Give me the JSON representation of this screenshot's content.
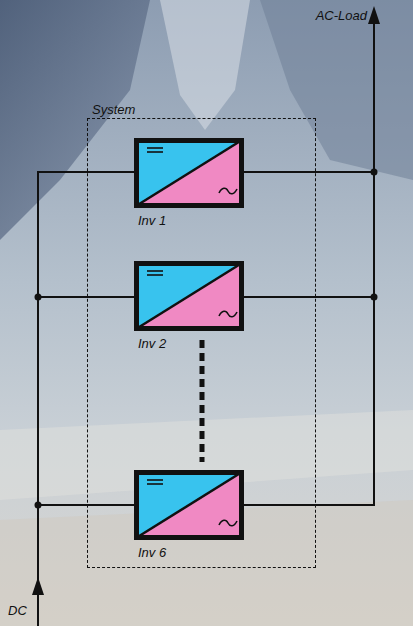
{
  "diagram": {
    "nodes": [
      {
        "text": [
          "System"
        ]
      },
      {
        "text": [
          "Inv 1"
        ],
        "in": 0
      },
      {
        "text": [
          "Inv 2"
        ],
        "in": 0
      },
      {
        "text": [
          "Inv 6"
        ],
        "in": 0
      }
    ],
    "labels": [
      "AC-Load",
      "DC"
    ]
  }
}
